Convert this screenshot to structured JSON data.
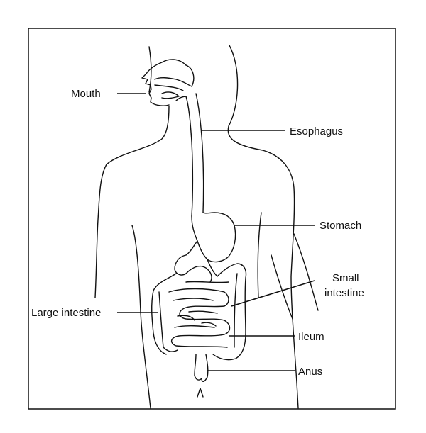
{
  "labels": {
    "mouth": "Mouth",
    "esophagus": "Esophagus",
    "stomach": "Stomach",
    "small_intestine_line1": "Small",
    "small_intestine_line2": "intestine",
    "large_intestine": "Large intestine",
    "ileum": "Ileum",
    "anus": "Anus"
  },
  "colors": {
    "ink": "#111111",
    "background": "#ffffff"
  }
}
